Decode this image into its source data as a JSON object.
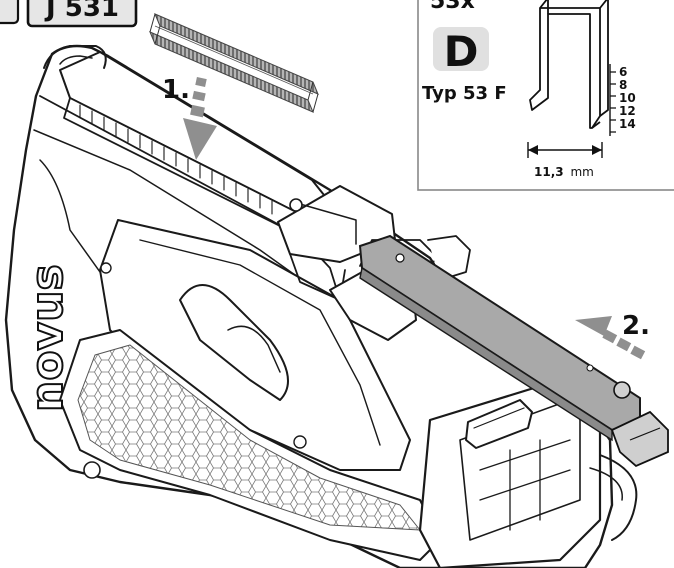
{
  "tag_left": {
    "text": "J 531"
  },
  "staple_panel": {
    "header_cut": "53x",
    "type_letter": "D",
    "type_name": "Typ 53 F",
    "lengths": [
      "6",
      "8",
      "10",
      "12",
      "14"
    ],
    "width_value": "11,3",
    "width_unit": "mm"
  },
  "steps": {
    "step1": "1.",
    "step2": "2."
  },
  "tool": {
    "brand": "novus"
  },
  "colors": {
    "step_badge_bg": "#e0e0e0",
    "staple_gray": "#8c8c8c",
    "arrow_gray": "#8f8f8f",
    "magazine_gray": "#a9a9a9",
    "line": "#1a1a1a"
  }
}
